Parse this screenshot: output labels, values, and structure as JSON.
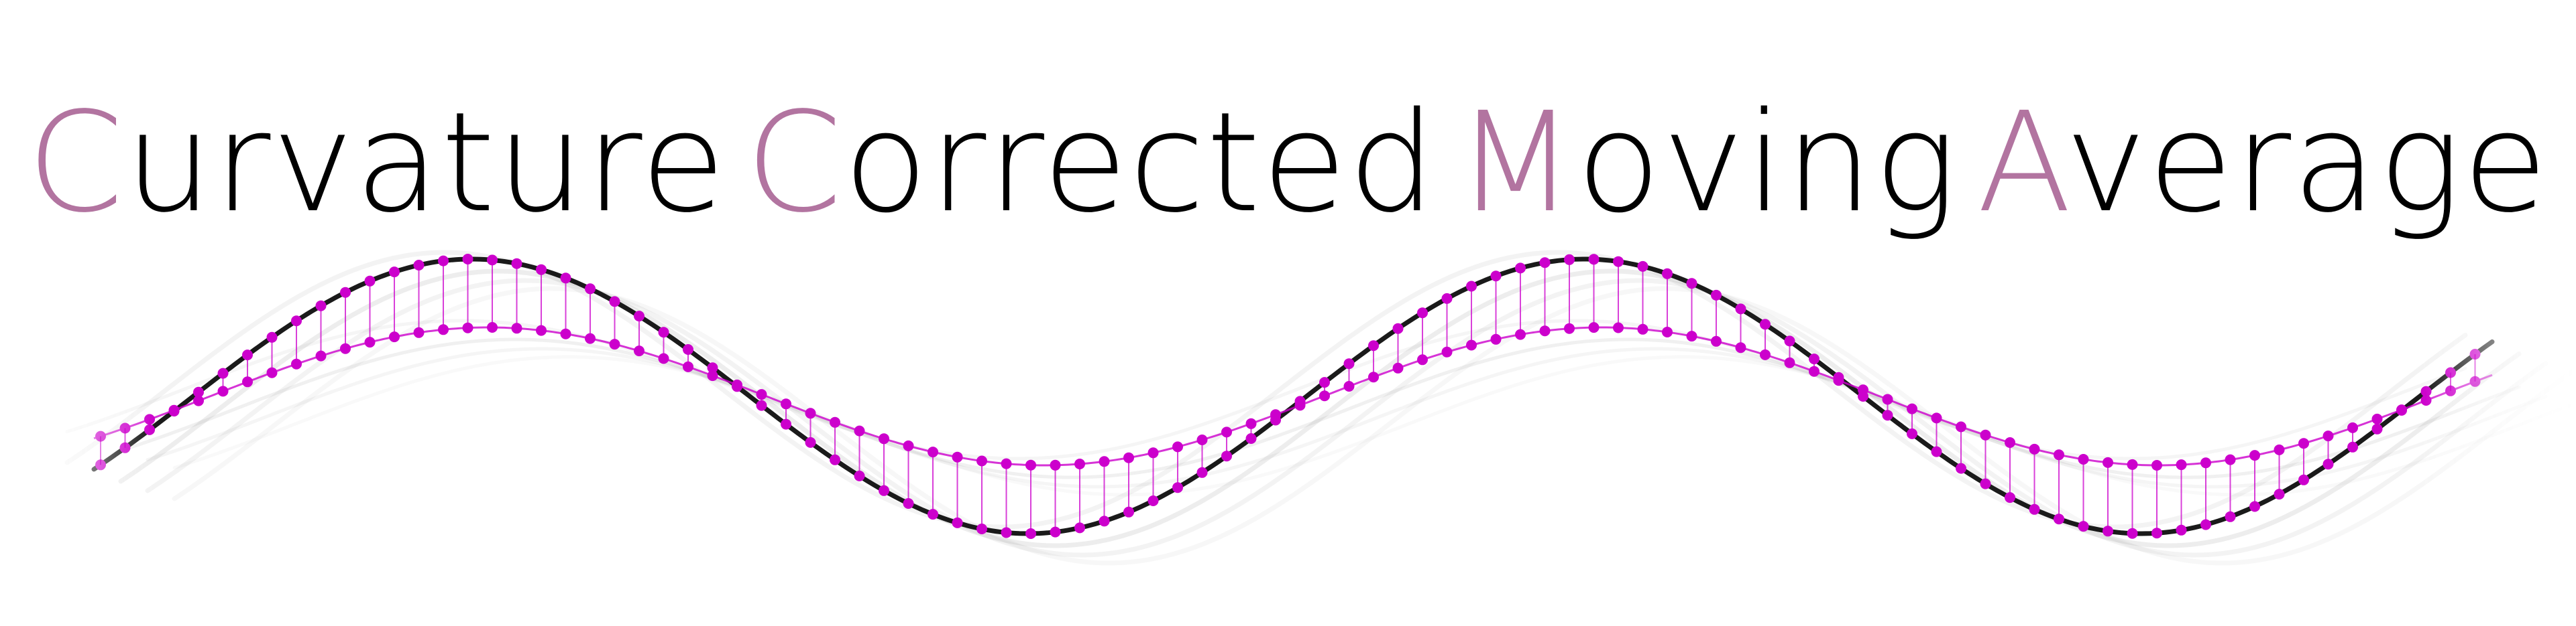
{
  "logo": {
    "words": [
      {
        "initial": "C",
        "rest": "urvature"
      },
      {
        "initial": "C",
        "rest": "orrected"
      },
      {
        "initial": "M",
        "rest": "oving"
      },
      {
        "initial": "A",
        "rest": "verage"
      }
    ]
  },
  "graphic": {
    "description_type": "decorative-sine-wave-logo",
    "colors": {
      "accent": "#b274a0",
      "original_signal": "#1a1a1a",
      "smoothed_signal": "#cc00cc",
      "residual_lines": "#cc00cc",
      "ghost": "#9a9a9a",
      "text": "#000000"
    }
  }
}
